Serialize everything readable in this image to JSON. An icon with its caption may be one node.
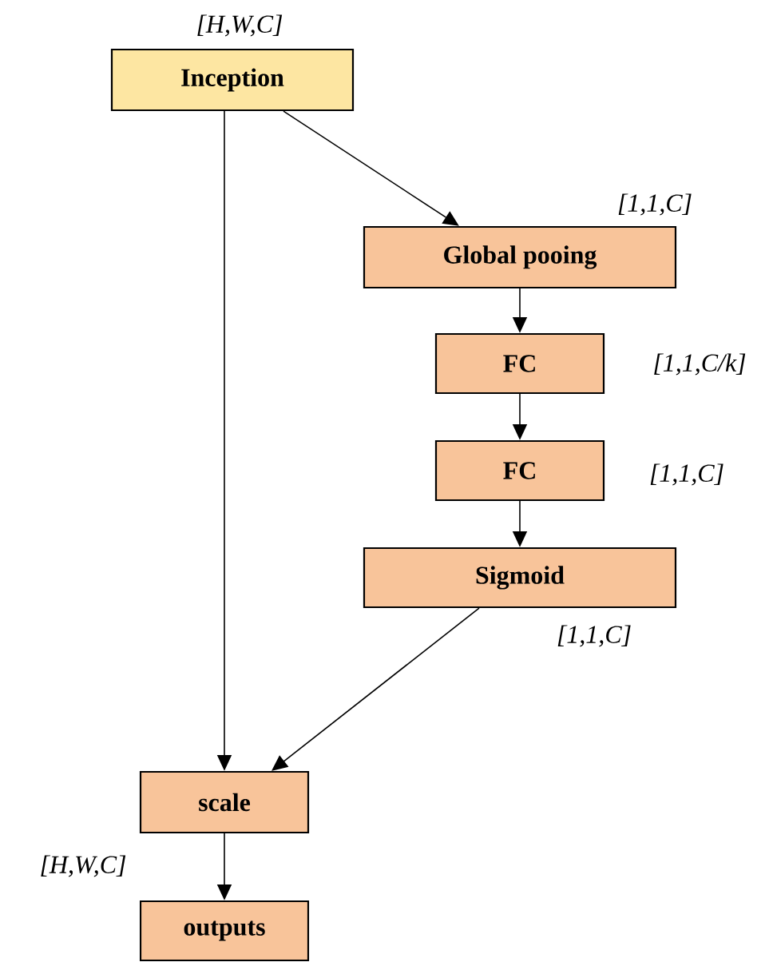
{
  "diagram": {
    "nodes": [
      {
        "text": [
          "Inception"
        ],
        "beside": [
          "[H,W,C]"
        ]
      },
      {
        "text": [
          "Global pooing"
        ],
        "beside": [
          "[1,1,C]"
        ]
      },
      {
        "text": [
          "FC"
        ],
        "beside": [
          "[1,1,C/k]"
        ]
      },
      {
        "text": [
          "FC"
        ],
        "beside": [
          "[1,1,C]"
        ]
      },
      {
        "text": [
          "Sigmoid"
        ],
        "beside": [
          "[1,1,C]"
        ]
      },
      {
        "text": [
          "scale"
        ],
        "beside": [
          "[H,W,C]"
        ]
      },
      {
        "text": [
          "outputs"
        ]
      }
    ],
    "edges": [
      {
        "from": 0,
        "to": 1,
        "arrow": "to"
      },
      {
        "from": 0,
        "to": 5,
        "arrow": "to"
      },
      {
        "from": 1,
        "to": 2,
        "arrow": "to"
      },
      {
        "from": 2,
        "to": 3,
        "arrow": "to"
      },
      {
        "from": 3,
        "to": 4,
        "arrow": "to"
      },
      {
        "from": 4,
        "to": 5,
        "arrow": "to"
      },
      {
        "from": 5,
        "to": 6,
        "arrow": "to"
      }
    ]
  }
}
